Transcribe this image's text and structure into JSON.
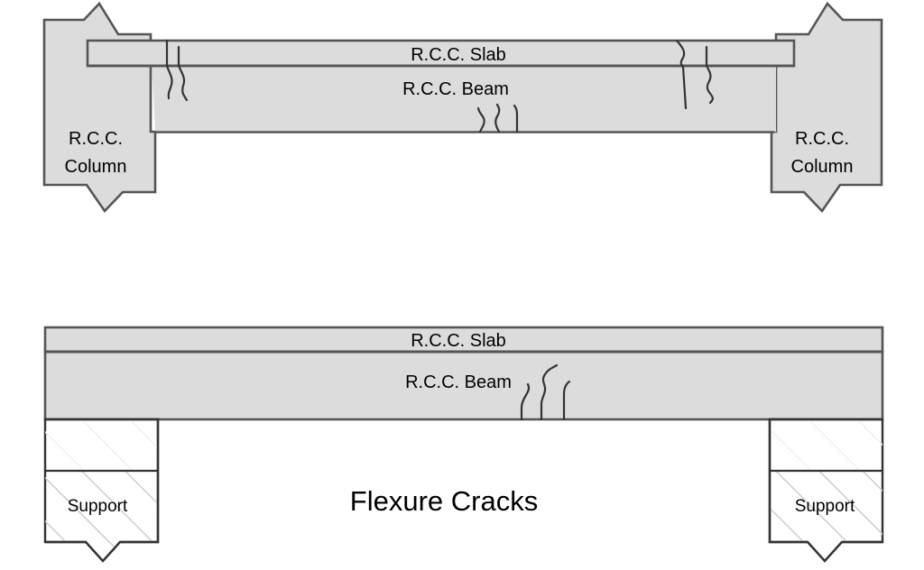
{
  "figure": {
    "title": "Flexure Cracks",
    "background_color": "#ffffff",
    "concrete_fill": "#dcdcdc",
    "outline_color": "#555555",
    "hatch_color": "#cccccc",
    "support_fill": "#ffffff"
  },
  "upper_diagram": {
    "name": "fixed-end-beam-with-columns",
    "slab_label": "R.C.C. Slab",
    "beam_label": "R.C.C. Beam",
    "left_column_label_line1": "R.C.C.",
    "left_column_label_line2": "Column",
    "right_column_label_line1": "R.C.C.",
    "right_column_label_line2": "Column",
    "crack_groups": [
      {
        "location": "left-support-negative-moment",
        "count": 2
      },
      {
        "location": "midspan-positive-moment",
        "count": 3
      },
      {
        "location": "right-support-negative-moment",
        "count": 2
      }
    ]
  },
  "lower_diagram": {
    "name": "simply-supported-beam",
    "slab_label": "R.C.C. Slab",
    "beam_label": "R.C.C. Beam",
    "left_support_label": "Support",
    "right_support_label": "Support",
    "crack_groups": [
      {
        "location": "midspan-positive-moment",
        "count": 3
      }
    ]
  }
}
